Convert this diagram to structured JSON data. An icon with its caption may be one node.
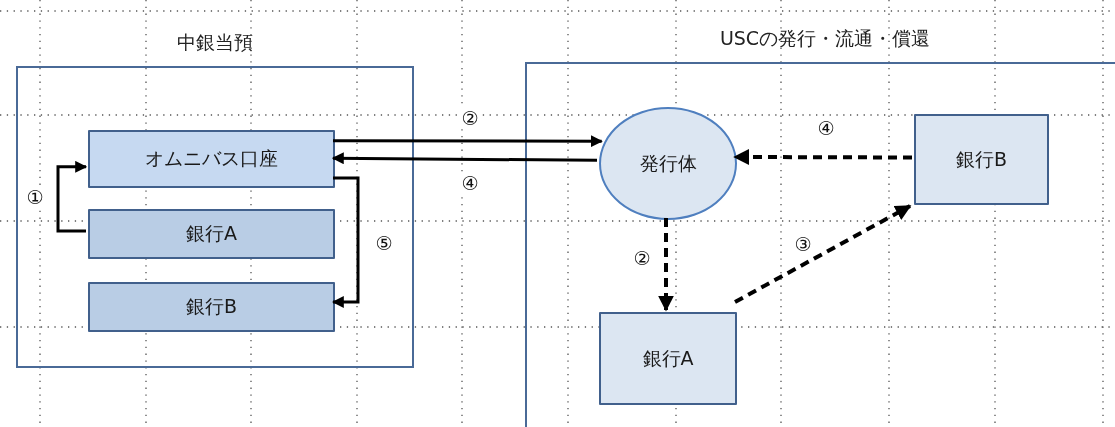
{
  "diagram": {
    "nodes": [
      {
        "text": [
          "中銀当預"
        ]
      },
      {
        "text": [
          "オムニバス口座"
        ],
        "in": 0
      },
      {
        "text": [
          "銀行A"
        ],
        "in": 0
      },
      {
        "text": [
          "銀行B"
        ],
        "in": 0
      },
      {
        "text": [
          "USCの発行・流通・償還"
        ]
      },
      {
        "text": [
          "発行体"
        ],
        "in": 4
      },
      {
        "text": [
          "銀行B"
        ],
        "in": 4
      },
      {
        "text": [
          "銀行A"
        ],
        "in": 4
      }
    ],
    "edges": [
      {
        "from": 2,
        "to": 1,
        "arrow": "to",
        "label": "①"
      },
      {
        "from": 1,
        "to": 5,
        "arrow": "to",
        "label": "②"
      },
      {
        "from": 5,
        "to": 1,
        "arrow": "to",
        "label": "④"
      },
      {
        "from": 1,
        "to": 3,
        "arrow": "to",
        "label": "⑤"
      },
      {
        "from": 5,
        "to": 7,
        "arrow": "to",
        "label": "②",
        "style": "dashed"
      },
      {
        "from": 7,
        "to": 6,
        "arrow": "to",
        "label": "③",
        "style": "dashed"
      },
      {
        "from": 6,
        "to": 5,
        "arrow": "to",
        "label": "④",
        "style": "dashed"
      }
    ]
  }
}
